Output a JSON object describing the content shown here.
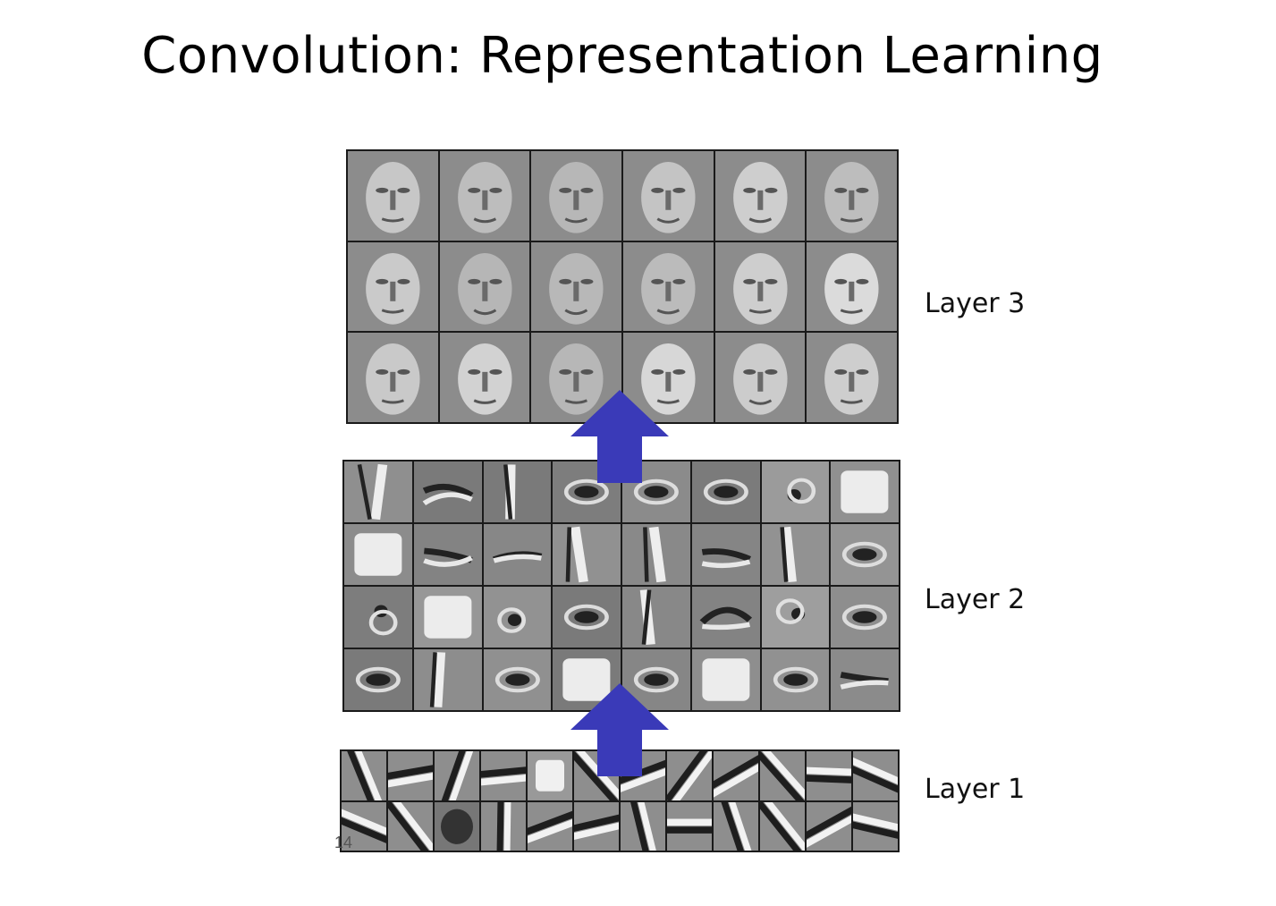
{
  "slide": {
    "title": "Convolution: Representation Learning",
    "page_number": "14"
  },
  "layers": [
    {
      "label": "Layer 3",
      "rows": 3,
      "cols": 6,
      "content": "face-features"
    },
    {
      "label": "Layer 2",
      "rows": 4,
      "cols": 8,
      "content": "part-features"
    },
    {
      "label": "Layer 1",
      "rows": 2,
      "cols": 12,
      "content": "edge-filters"
    }
  ],
  "colors": {
    "arrow": "#3a3ab8",
    "grid_border": "#1a1a1a",
    "cell_gray": "#8a8a8a"
  }
}
